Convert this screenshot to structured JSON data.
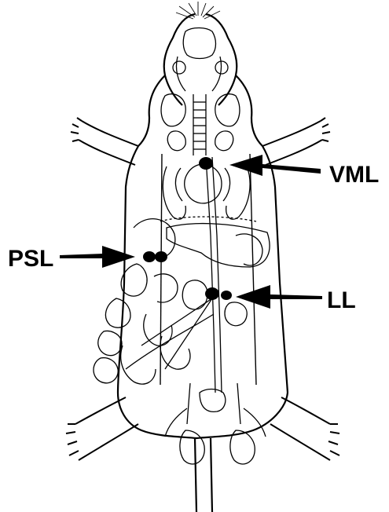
{
  "figure": {
    "kind": "anatomical line drawing (ventral dissection, rodent)",
    "colors": {
      "ink": "#000000",
      "paper": "#ffffff"
    }
  },
  "labels": {
    "vml": "VML",
    "psl": "PSL",
    "ll": "LL"
  }
}
